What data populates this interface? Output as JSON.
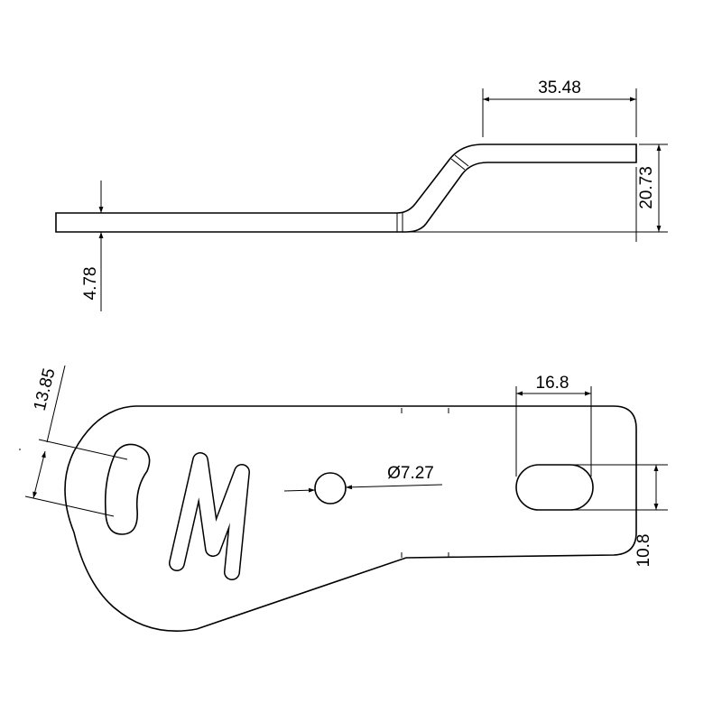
{
  "side_view": {
    "dimensions": {
      "length_top": "35.48",
      "height_offset": "20.73",
      "thickness": "4.78"
    }
  },
  "top_view": {
    "dimensions": {
      "slot_spacing": "13.85",
      "hole_diameter": "Ø7.27",
      "slot_length": "16.8",
      "slot_width": "10.8"
    },
    "embossed_letter": "M"
  },
  "colors": {
    "line": "#000000",
    "background": "#ffffff"
  }
}
